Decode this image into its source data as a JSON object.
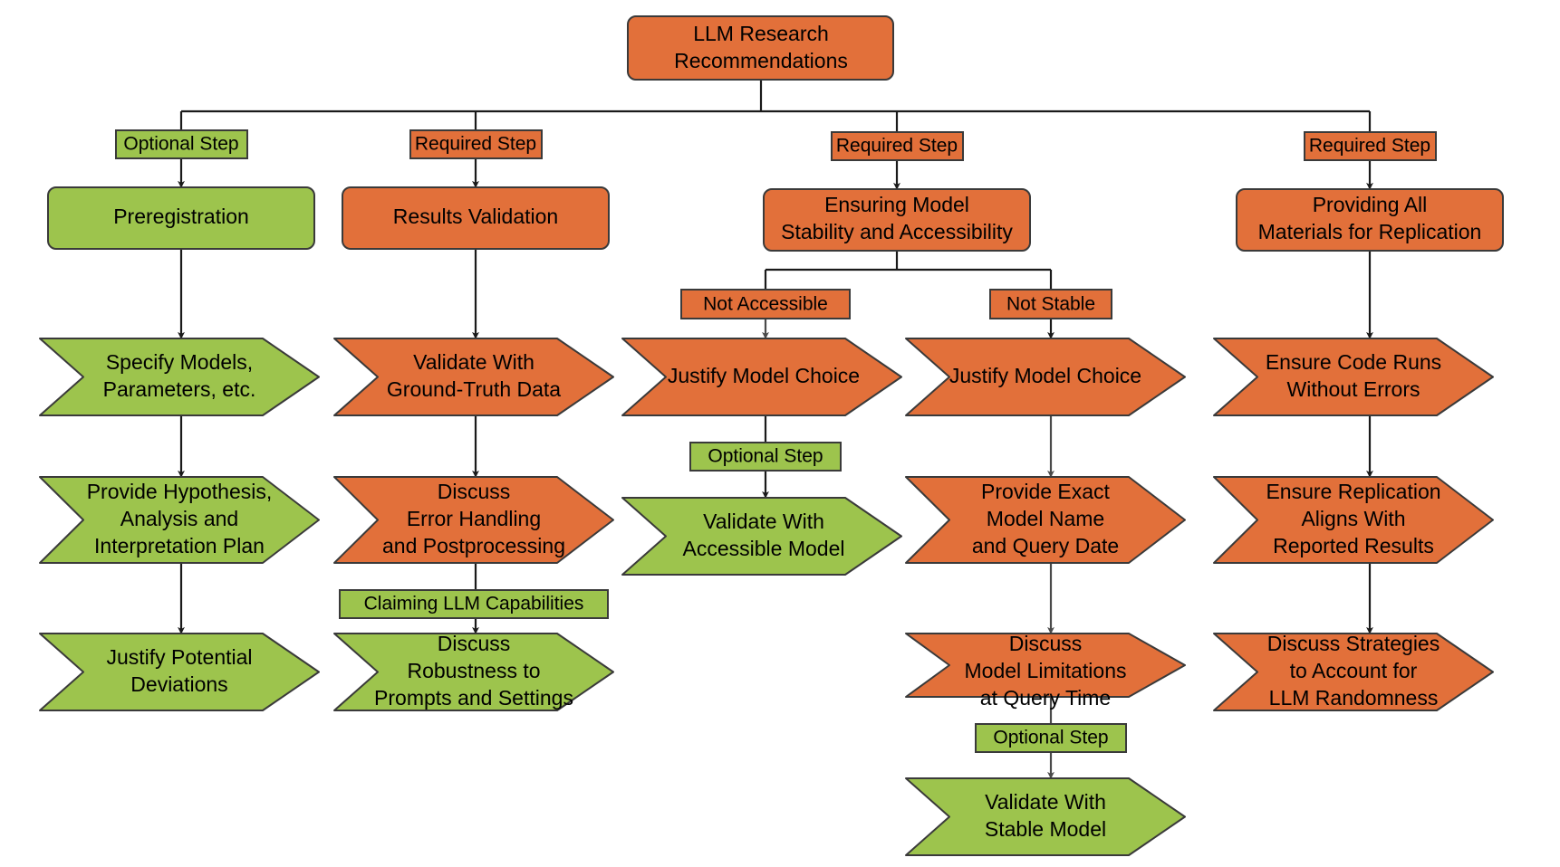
{
  "diagram": {
    "title": "LLM Research Recommendations",
    "type": "flowchart",
    "colors": {
      "required": "#E2703A",
      "optional": "#9DC44D",
      "stroke": "#3a3a3a",
      "text": "#000000",
      "background": "#ffffff"
    },
    "root": {
      "id": "root",
      "label_line1": "LLM Research",
      "label_line2": "Recommendations",
      "kind": "required"
    },
    "branch_badges": [
      {
        "id": "badge-col1",
        "label": "Optional Step",
        "kind": "optional"
      },
      {
        "id": "badge-col2",
        "label": "Required Step",
        "kind": "required"
      },
      {
        "id": "badge-col34",
        "label": "Required Step",
        "kind": "required"
      },
      {
        "id": "badge-col5",
        "label": "Required Step",
        "kind": "required"
      }
    ],
    "heads": [
      {
        "id": "head-preregistration",
        "line1": "Preregistration",
        "line2": "",
        "kind": "optional"
      },
      {
        "id": "head-results-validation",
        "line1": "Results Validation",
        "line2": "",
        "kind": "required"
      },
      {
        "id": "head-ensuring-model",
        "line1": "Ensuring Model",
        "line2": "Stability and Accessibility",
        "kind": "required"
      },
      {
        "id": "head-providing-materials",
        "line1": "Providing All",
        "line2": "Materials for Replication",
        "kind": "required"
      }
    ],
    "sub_badges": [
      {
        "id": "badge-not-accessible",
        "label": "Not Accessible",
        "kind": "required"
      },
      {
        "id": "badge-not-stable",
        "label": "Not Stable",
        "kind": "required"
      }
    ],
    "columns": [
      {
        "id": "column-preregistration",
        "steps": [
          {
            "id": "step-specify-models",
            "lines": [
              "Specify Models,",
              "Parameters, etc."
            ],
            "kind": "optional"
          },
          {
            "id": "step-provide-hypothesis",
            "lines": [
              "Provide Hypothesis,",
              "Analysis and",
              "Interpretation Plan"
            ],
            "kind": "optional"
          },
          {
            "id": "step-justify-deviations",
            "lines": [
              "Justify Potential",
              "Deviations"
            ],
            "kind": "optional"
          }
        ]
      },
      {
        "id": "column-results-validation",
        "steps": [
          {
            "id": "step-validate-ground-truth",
            "lines": [
              "Validate With",
              "Ground-Truth Data"
            ],
            "kind": "required"
          },
          {
            "id": "step-discuss-error-handling",
            "lines": [
              "Discuss",
              "Error Handling",
              "and Postprocessing"
            ],
            "kind": "required"
          },
          {
            "id": "step-discuss-robustness",
            "lines": [
              "Discuss",
              "Robustness to",
              "Prompts and Settings"
            ],
            "kind": "optional"
          }
        ],
        "inline_badge": {
          "id": "badge-claiming-llm-capabilities",
          "label": "Claiming LLM Capabilities",
          "kind": "optional"
        }
      },
      {
        "id": "column-not-accessible",
        "steps": [
          {
            "id": "step-justify-model-choice-accessible",
            "lines": [
              "Justify Model Choice"
            ],
            "kind": "required"
          },
          {
            "id": "step-validate-accessible-model",
            "lines": [
              "Validate With",
              "Accessible Model"
            ],
            "kind": "optional"
          }
        ],
        "inline_badge": {
          "id": "badge-optional-step-accessible",
          "label": "Optional Step",
          "kind": "optional"
        }
      },
      {
        "id": "column-not-stable",
        "steps": [
          {
            "id": "step-justify-model-choice-stable",
            "lines": [
              "Justify Model Choice"
            ],
            "kind": "required"
          },
          {
            "id": "step-provide-exact-model-name",
            "lines": [
              "Provide Exact",
              "Model Name",
              "and Query Date"
            ],
            "kind": "required"
          },
          {
            "id": "step-discuss-model-limitations",
            "lines": [
              "Discuss",
              "Model Limitations",
              "at Query Time"
            ],
            "kind": "required"
          },
          {
            "id": "step-validate-stable-model",
            "lines": [
              "Validate With",
              "Stable Model"
            ],
            "kind": "optional"
          }
        ],
        "inline_badge": {
          "id": "badge-optional-step-stable",
          "label": "Optional Step",
          "kind": "optional"
        }
      },
      {
        "id": "column-replication",
        "steps": [
          {
            "id": "step-ensure-code-runs",
            "lines": [
              "Ensure Code Runs",
              "Without Errors"
            ],
            "kind": "required"
          },
          {
            "id": "step-ensure-replication-aligns",
            "lines": [
              "Ensure Replication",
              "Aligns With",
              "Reported Results"
            ],
            "kind": "required"
          },
          {
            "id": "step-discuss-strategies-randomness",
            "lines": [
              "Discuss Strategies",
              "to Account for",
              "LLM Randomness"
            ],
            "kind": "required"
          }
        ]
      }
    ]
  }
}
